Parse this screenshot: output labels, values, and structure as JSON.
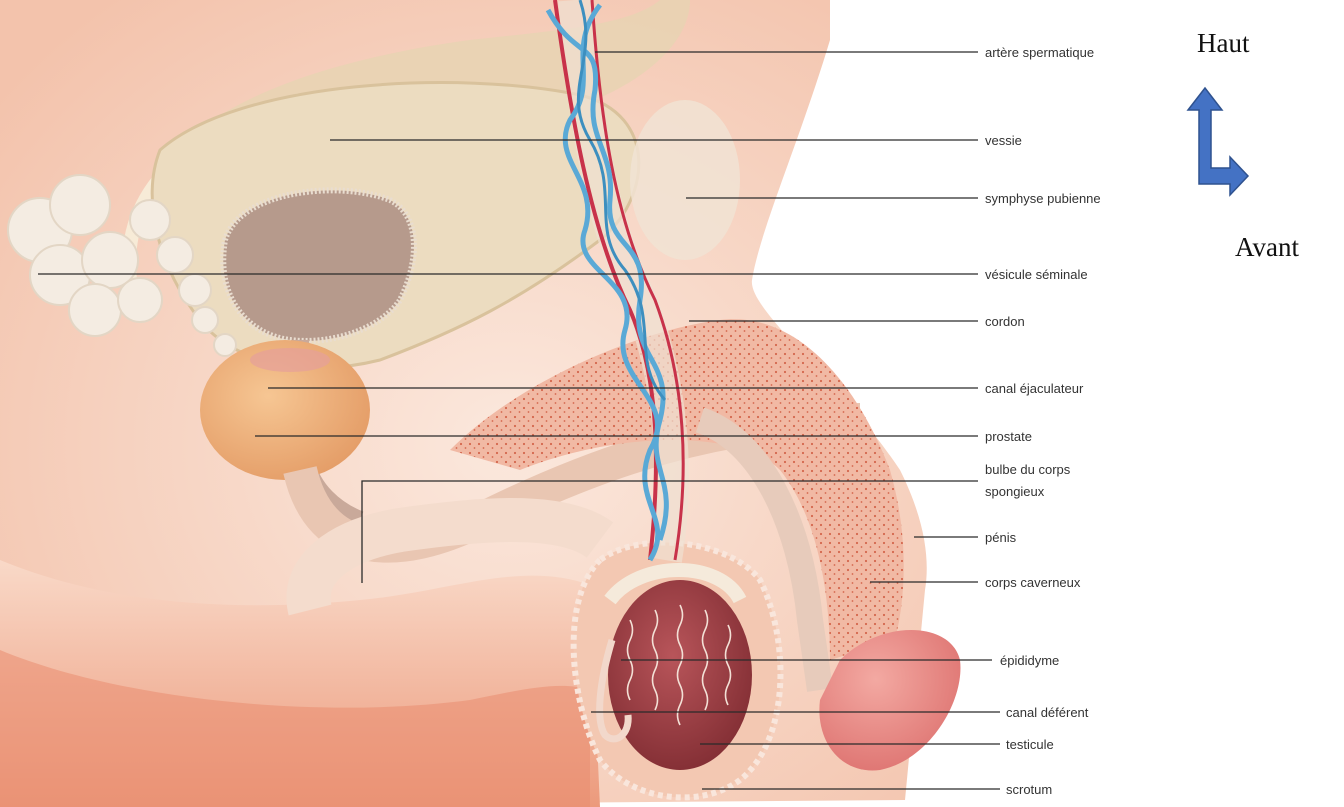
{
  "labels": {
    "artere_spermatique": "artère spermatique",
    "vessie": "vessie",
    "symphyse_pubienne": "symphyse pubienne",
    "vesicule_seminale": "vésicule séminale",
    "cordon": "cordon",
    "canal_ejaculateur": "canal éjaculateur",
    "prostate": "prostate",
    "bulbe_line1": "bulbe du corps",
    "bulbe_line2": "spongieux",
    "penis": "pénis",
    "corps_caverneux": "corps caverneux",
    "epididyme": "épididyme",
    "canal_deferent": "canal déférent",
    "testicule": "testicule",
    "scrotum": "scrotum"
  },
  "orientation": {
    "up": "Haut",
    "front": "Avant",
    "arrow_color": "#4472C4",
    "arrow_outline": "#2F528F"
  },
  "colors": {
    "skin": "#f4c9b3",
    "skin_dark": "#ee9f82",
    "bladder": "#efe0c6",
    "bladder_inner": "#b89c8c",
    "vein": "#5aa9d6",
    "artery": "#c8324a",
    "testis": "#9b3a3f",
    "glans": "#e98a86"
  }
}
